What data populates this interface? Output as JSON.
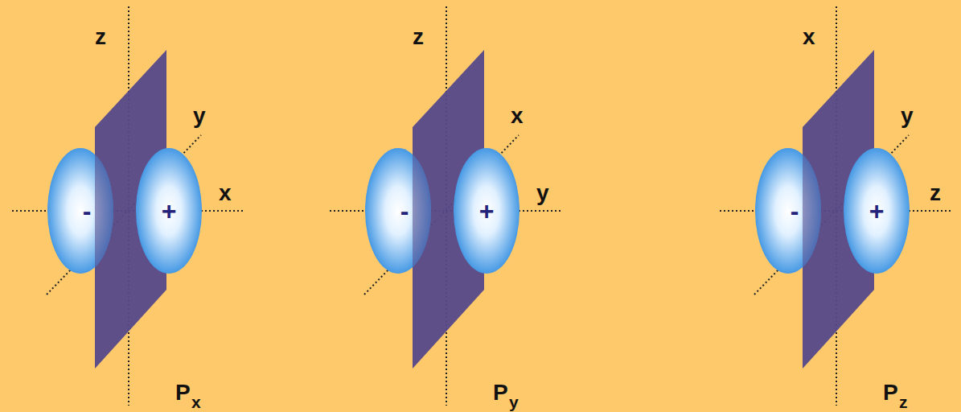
{
  "diagram": {
    "nodes": [
      {
        "text": [
          "-"
        ]
      },
      {
        "text": [
          "+"
        ]
      },
      {
        "text": [
          "-"
        ]
      },
      {
        "text": [
          "+"
        ]
      },
      {
        "text": [
          "-"
        ]
      },
      {
        "text": [
          "+"
        ]
      }
    ],
    "labels": [
      "z",
      "y",
      "x",
      "P",
      "x",
      "z",
      "x",
      "y",
      "P",
      "y",
      "x",
      "y",
      "z",
      "P",
      "z"
    ]
  }
}
